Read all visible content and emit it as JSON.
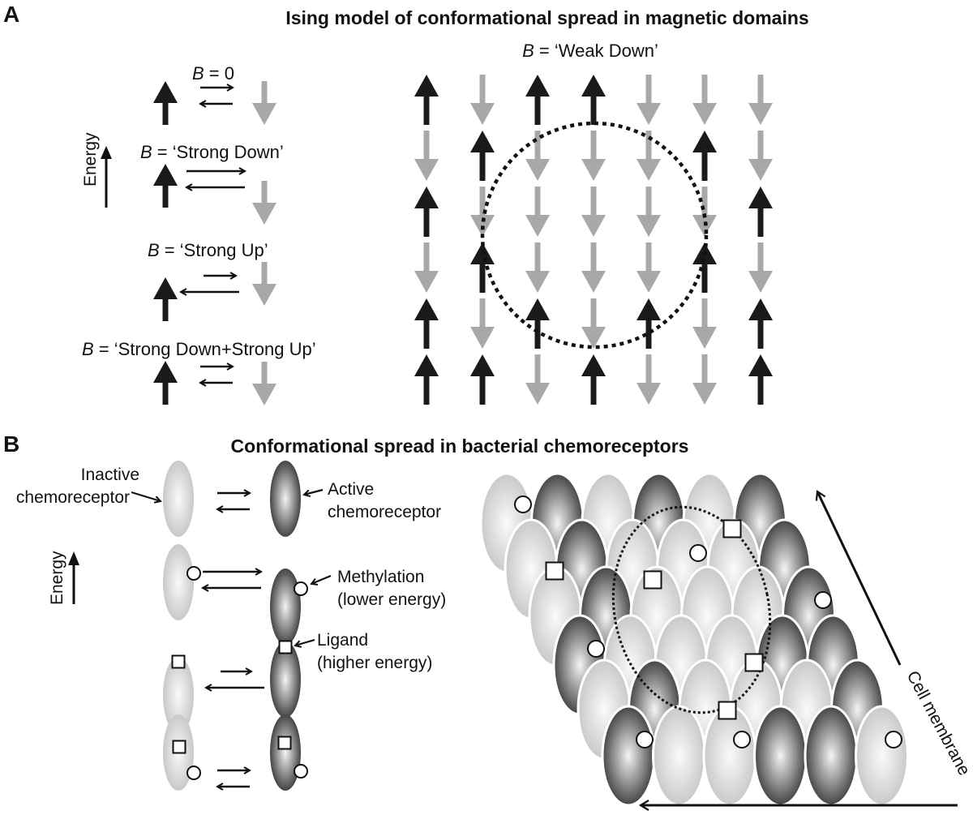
{
  "panelA": {
    "letter": "A",
    "title": "Ising model of conformational spread in magnetic domains",
    "energy_label": "Energy",
    "field_symbol": "B",
    "conditions": [
      {
        "label": " = 0",
        "forward": "equal",
        "backward": "equal"
      },
      {
        "label": " = ‘Strong Down’",
        "forward": "favored",
        "backward": "weak"
      },
      {
        "label": " = ‘Strong Up’",
        "forward": "weak",
        "backward": "favored"
      },
      {
        "label": " = ‘Strong Down+Strong Up’",
        "forward": "equal",
        "backward": "equal"
      }
    ],
    "lattice_label": " = ‘Weak Down’",
    "lattice": [
      [
        "up",
        "down",
        "up",
        "up",
        "down",
        "down",
        "down"
      ],
      [
        "down",
        "up",
        "down",
        "down",
        "down",
        "up",
        "down"
      ],
      [
        "up",
        "down",
        "down",
        "down",
        "down",
        "down",
        "up"
      ],
      [
        "down",
        "up",
        "down",
        "down",
        "down",
        "up",
        "down"
      ],
      [
        "up",
        "down",
        "up",
        "down",
        "up",
        "down",
        "up"
      ],
      [
        "up",
        "up",
        "down",
        "up",
        "down",
        "down",
        "up"
      ]
    ],
    "colors": {
      "up": "#1a1a1a",
      "down": "#a8a8a8"
    }
  },
  "panelB": {
    "letter": "B",
    "title": "Conformational spread in bacterial chemoreceptors",
    "energy_label": "Energy",
    "annotations": {
      "inactive": [
        "Inactive",
        "chemoreceptor"
      ],
      "active": [
        "Active",
        "chemoreceptor"
      ],
      "methylation": [
        "Methylation",
        "(lower energy)"
      ],
      "ligand": [
        "Ligand",
        "(higher energy)"
      ]
    },
    "states": [
      {
        "methylated": false,
        "ligand": false,
        "forward": "equal",
        "backward": "equal"
      },
      {
        "methylated": true,
        "ligand": false,
        "forward": "favored",
        "backward": "weak"
      },
      {
        "methylated": false,
        "ligand": true,
        "forward": "weak",
        "backward": "favored"
      },
      {
        "methylated": true,
        "ligand": true,
        "forward": "equal",
        "backward": "equal"
      }
    ],
    "array": [
      [
        "inactive",
        "active",
        "inactive",
        "active",
        "inactive",
        "active"
      ],
      [
        "inactive",
        "active",
        "inactive",
        "inactive",
        "inactive",
        "active"
      ],
      [
        "inactive",
        "active",
        "inactive",
        "inactive",
        "inactive",
        "active"
      ],
      [
        "active",
        "inactive",
        "inactive",
        "inactive",
        "active",
        "active"
      ],
      [
        "inactive",
        "active",
        "inactive",
        "inactive",
        "inactive",
        "active"
      ],
      [
        "active",
        "inactive",
        "inactive",
        "active",
        "active",
        "inactive"
      ]
    ],
    "array_markers": [
      {
        "row": 0,
        "col": 0,
        "type": "methylation"
      },
      {
        "row": 1,
        "col": 4,
        "type": "ligand"
      },
      {
        "row": 1,
        "col": 3,
        "type": "methylation"
      },
      {
        "row": 2,
        "col": 0,
        "type": "ligand"
      },
      {
        "row": 2,
        "col": 2,
        "type": "ligand"
      },
      {
        "row": 2,
        "col": 5,
        "type": "methylation"
      },
      {
        "row": 3,
        "col": 0,
        "type": "methylation"
      },
      {
        "row": 4,
        "col": 3,
        "type": "ligand"
      },
      {
        "row": 5,
        "col": 2,
        "type": "ligand"
      },
      {
        "row": 5,
        "col": 0,
        "type": "methylation"
      },
      {
        "row": 5,
        "col": 2,
        "type": "methylation"
      },
      {
        "row": 5,
        "col": 5,
        "type": "methylation"
      }
    ],
    "membrane_label": "Cell membrane"
  }
}
